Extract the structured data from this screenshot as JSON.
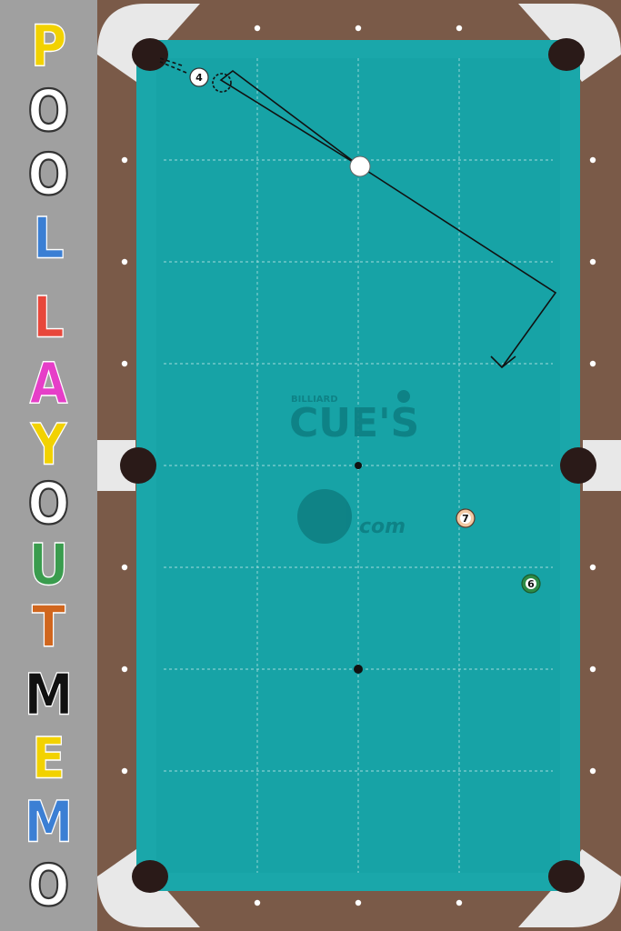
{
  "title": {
    "letters": [
      {
        "ch": "P",
        "color": "#f2d200"
      },
      {
        "ch": "O",
        "color": "#ffffff"
      },
      {
        "ch": "O",
        "color": "#ffffff"
      },
      {
        "ch": "L",
        "color": "#3b7fd4"
      },
      {
        "ch": "L",
        "color": "#e8473b"
      },
      {
        "ch": "A",
        "color": "#e63ec8"
      },
      {
        "ch": "Y",
        "color": "#f2d200"
      },
      {
        "ch": "O",
        "color": "#ffffff"
      },
      {
        "ch": "U",
        "color": "#3a9c4e"
      },
      {
        "ch": "T",
        "color": "#d0661e"
      },
      {
        "ch": "M",
        "color": "#111111"
      },
      {
        "ch": "E",
        "color": "#f2d200"
      },
      {
        "ch": "M",
        "color": "#3b7fd4"
      },
      {
        "ch": "O",
        "color": "#ffffff"
      }
    ]
  },
  "colors": {
    "cloth": "#17a3a6",
    "cushion": "#1aa7aa",
    "rail_wood": "#7a5a48",
    "pocket_frame": "#e8e8e8",
    "pocket": "#2a1a18"
  },
  "logo": {
    "small": "BILLIARD",
    "main": "CUE'S",
    "sub": "com"
  },
  "balls": [
    {
      "id": "cue",
      "label": "",
      "type": "cue"
    },
    {
      "id": "4",
      "label": "4",
      "type": "solid",
      "color": "#ffffff"
    },
    {
      "id": "7",
      "label": "7",
      "type": "solid",
      "color": "#f2c9a4"
    },
    {
      "id": "6",
      "label": "6",
      "type": "stripe",
      "color": "#2d8a46"
    }
  ],
  "spots": [
    "center-spot",
    "foot-spot"
  ]
}
